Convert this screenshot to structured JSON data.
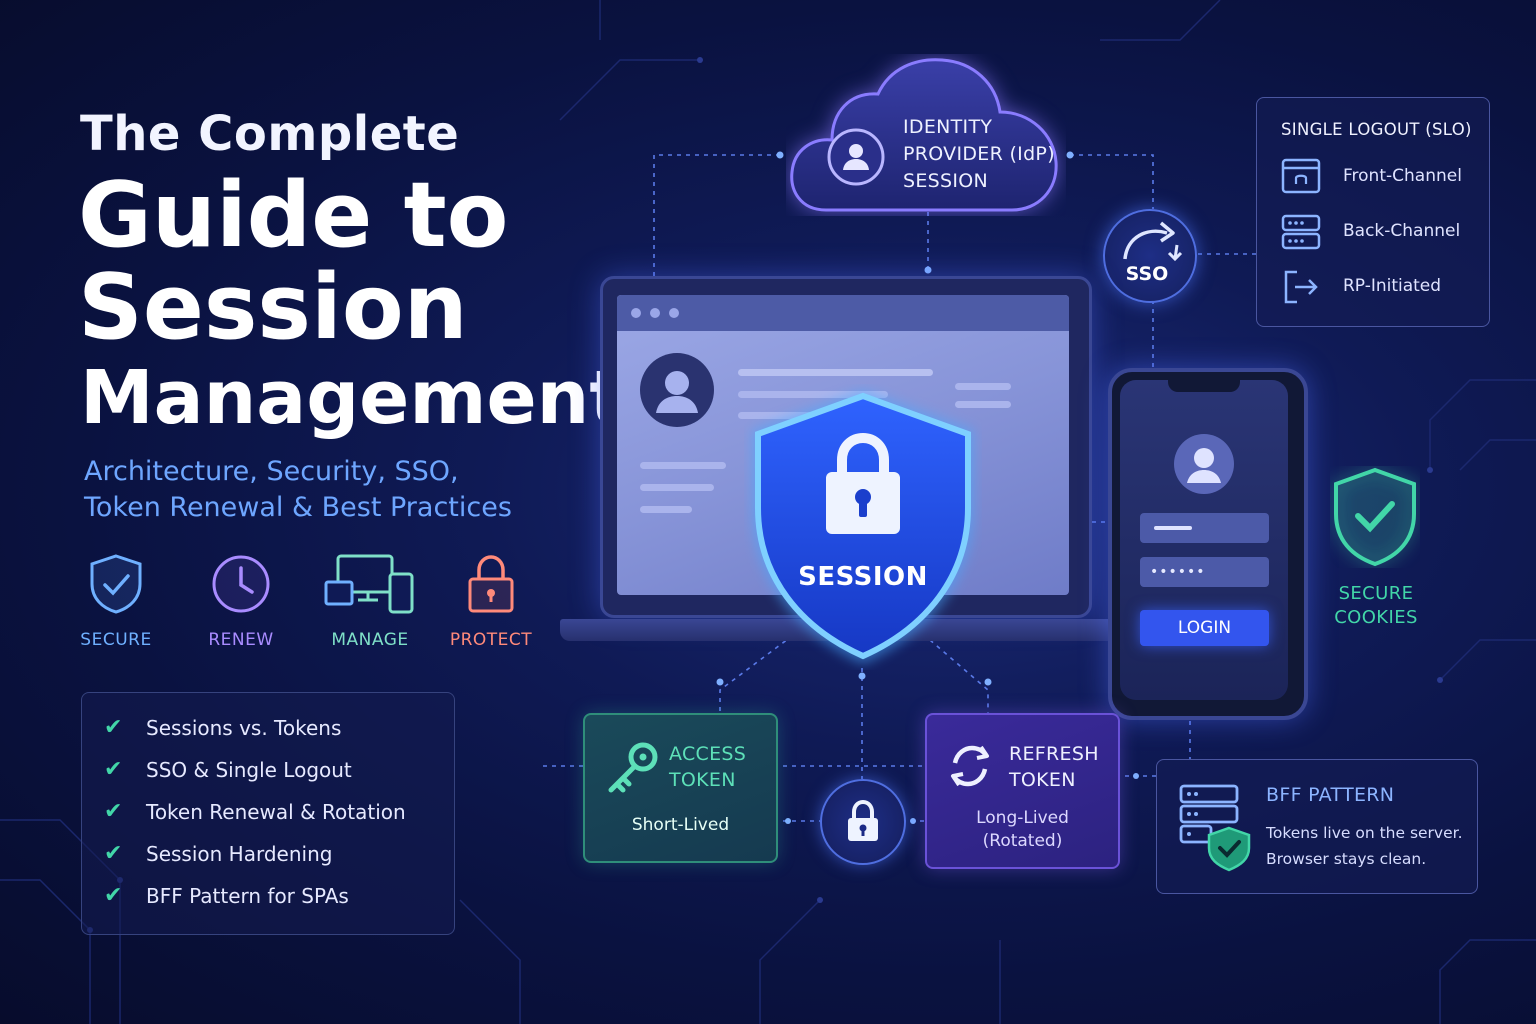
{
  "title": {
    "line1": "The Complete",
    "line2": "Guide to",
    "line3": "Session",
    "line4": "Management",
    "subtitle_line1": "Architecture, Security, SSO,",
    "subtitle_line2": "Token Renewal & Best Practices"
  },
  "features": [
    {
      "label": "SECURE",
      "icon": "shield-check-icon",
      "color": "#6fb0ff"
    },
    {
      "label": "RENEW",
      "icon": "clock-icon",
      "color": "#a98cff"
    },
    {
      "label": "MANAGE",
      "icon": "devices-icon",
      "color": "#7fe0c8"
    },
    {
      "label": "PROTECT",
      "icon": "padlock-icon",
      "color": "#ff8a7a"
    }
  ],
  "checklist": [
    "Sessions vs. Tokens",
    "SSO & Single Logout",
    "Token Renewal & Rotation",
    "Session Hardening",
    "BFF Pattern for SPAs"
  ],
  "idp": {
    "line1": "IDENTITY",
    "line2": "PROVIDER (IdP)",
    "line3": "SESSION"
  },
  "slo": {
    "title": "SINGLE LOGOUT (SLO)",
    "items": [
      "Front-Channel",
      "Back-Channel",
      "RP-Initiated"
    ]
  },
  "sso": {
    "label": "SSO"
  },
  "session": {
    "label": "SESSION"
  },
  "phone": {
    "password_mask": "••••••",
    "login_label": "LOGIN"
  },
  "secure_cookies": {
    "line1": "SECURE",
    "line2": "COOKIES"
  },
  "access_token": {
    "line1": "ACCESS",
    "line2": "TOKEN",
    "desc": "Short-Lived"
  },
  "refresh_token": {
    "line1": "REFRESH",
    "line2": "TOKEN",
    "desc1": "Long-Lived",
    "desc2": "(Rotated)"
  },
  "bff": {
    "title": "BFF PATTERN",
    "desc1": "Tokens live on the server.",
    "desc2": "Browser stays clean."
  },
  "colors": {
    "accent_blue": "#3355ee",
    "accent_teal": "#42d6a8",
    "accent_purple": "#6a52d8",
    "subtitle": "#6ea6ff"
  }
}
